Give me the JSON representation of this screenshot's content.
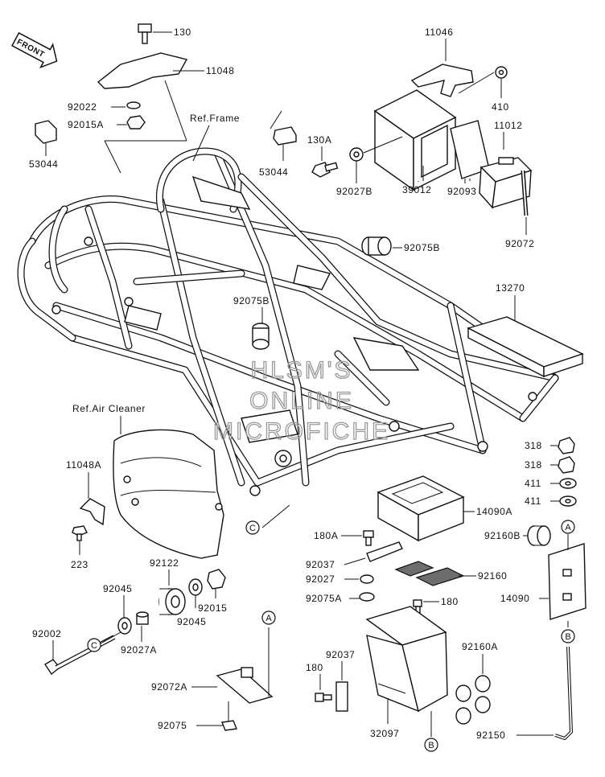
{
  "front_label": "FRONT",
  "ref_labels": {
    "frame": "Ref.Frame",
    "air_cleaner": "Ref.Air Cleaner"
  },
  "watermark": [
    "HLSM'S",
    "ONLINE",
    "MICROFICHE"
  ],
  "callout_circles": {
    "c1": "C",
    "c2": "C",
    "a1": "A",
    "a2": "A",
    "b1": "B",
    "b2": "B"
  },
  "part_numbers": {
    "p130": "130",
    "p11048": "11048",
    "p92022": "92022",
    "p92015A": "92015A",
    "p53044_left": "53044",
    "p53044_mid": "53044",
    "p11046": "11046",
    "p410": "410",
    "p11012": "11012",
    "p130A": "130A",
    "p92027B": "92027B",
    "p39012": "39012",
    "p92093": "92093",
    "p92072": "92072",
    "p92075B_right": "92075B",
    "p92075B_mid": "92075B",
    "p13270": "13270",
    "p11048A": "11048A",
    "p223": "223",
    "p318_1": "318",
    "p318_2": "318",
    "p411_1": "411",
    "p411_2": "411",
    "p14090A": "14090A",
    "p180A": "180A",
    "p92160B": "92160B",
    "p92037_1": "92037",
    "p92027": "92027",
    "p92160": "92160",
    "p14090": "14090",
    "p92075A": "92075A",
    "p180_1": "180",
    "p92122": "92122",
    "p92045_1": "92045",
    "p92015": "92015",
    "p92045_2": "92045",
    "p92002": "92002",
    "p92027A": "92027A",
    "p92037_2": "92037",
    "p180_2": "180",
    "p92160A": "92160A",
    "p92072A": "92072A",
    "p92075": "92075",
    "p32097": "32097",
    "p92150": "92150"
  }
}
